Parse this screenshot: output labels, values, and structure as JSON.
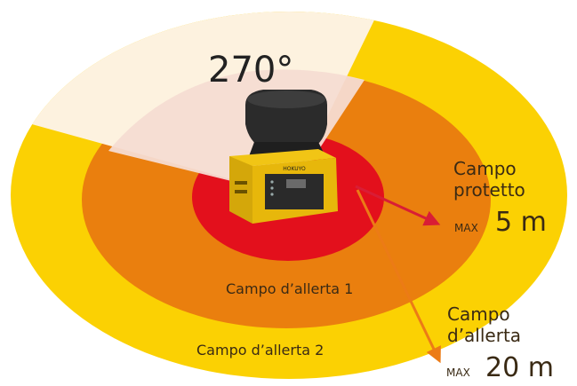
{
  "scan_angle": "270°",
  "fields": {
    "protective": {
      "line1": "Campo",
      "line2": "protetto",
      "max_prefix": "MAX",
      "max_value": "5 m"
    },
    "warning": {
      "line1": "Campo",
      "line2": "d’allerta",
      "max_prefix": "MAX",
      "max_value": "20 m"
    },
    "warning_zone_1_label": "Campo d’allerta 1",
    "warning_zone_2_label": "Campo d’allerta 2"
  },
  "device": {
    "brand": "HOKUYO"
  },
  "colors": {
    "protective": "#e3101c",
    "warning_1": "#ea7f0e",
    "warning_2": "#fbd103",
    "cutout_outer": "#fdf2df",
    "cutout_inner": "#f6dcd2",
    "arrow_red": "#d91d35",
    "arrow_orange": "#ec7b16"
  }
}
